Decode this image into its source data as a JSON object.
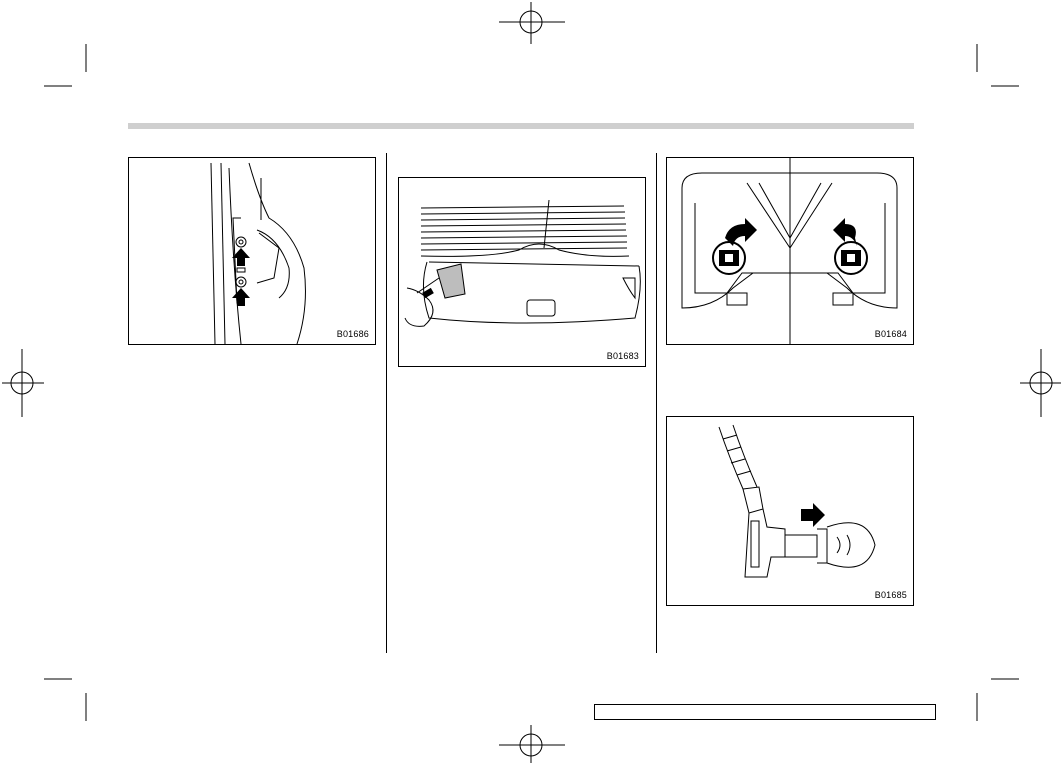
{
  "figures": [
    {
      "id": "fig1",
      "code": "B01686"
    },
    {
      "id": "fig2",
      "code": "B01683"
    },
    {
      "id": "fig3",
      "code": "B01684"
    },
    {
      "id": "fig4",
      "code": "B01685"
    }
  ],
  "footer": {
    "text": ""
  },
  "colors": {
    "header_bar": "#cfcfcf",
    "line": "#000000",
    "fill_gray": "#bdbdbd"
  }
}
